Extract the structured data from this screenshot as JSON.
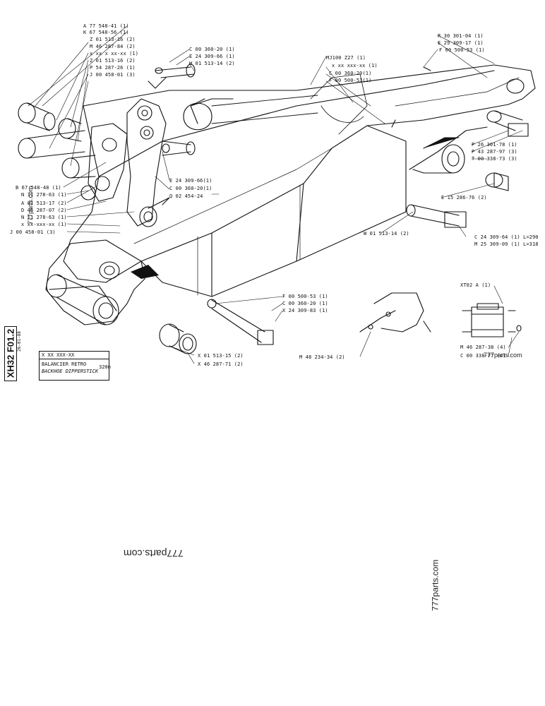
{
  "drawing": {
    "code": "XH32 F01.2",
    "date": "26-01-88",
    "ref": "X XX XXX-XX",
    "title_fr": "BALANCIER RETRO",
    "title_en": "BACKHOE DIPPERSTICK",
    "length": "320m"
  },
  "watermarks": {
    "center": "777parts.com",
    "right": "777parts.com",
    "small_left": "777parts.com",
    "small_right": "777parts.com"
  },
  "labels": {
    "a77548": "A 77 548-41 (1)",
    "k67548": "K 67 548-56 (1)",
    "z01513a": "Z 01 513-16 (2)",
    "m46287": "M 46 287-84 (2)",
    "xx1": "x xx x xx-xx (1)",
    "z01513b": "Z 01 513-16 (2)",
    "p54287": "P 54 287-26 (1)",
    "j00458a": "J 00 458-01 (3)",
    "c00360a": "C 00 360-20 (1)",
    "e24309a": "E 24 309-66 (1)",
    "w01513a": "W 01 513-14 (2)",
    "mj100": "MJ100 Z27 (1)",
    "xx2": "x xx xxx-xx (1)",
    "c00360b": "C 00 360-20(1)",
    "f00500a": "F 00 500-53(1)",
    "r30301": "R 30 301-04 (1)",
    "e29309": "E 29 309-17 (1)",
    "f00500b": "F 00 500-53 (1)",
    "p26301": "P 26 301-78 (1)",
    "p43287": "P 43 287-97 (3)",
    "t00338": "T 00 338-73 (3)",
    "b67548": "B 67 548-48 (1)",
    "n11278a": "N 11 278-63 (1)",
    "a01513": "A 01 513-17 (2)",
    "d46287": "D 46 287-07 (2)",
    "n11278b": "N 11 278-63 (1)",
    "xx3": "x xx-xxx-xx (1)",
    "j00458b": "J 00 458-01 (3)",
    "e24309b": "E 24 309-66(1)",
    "c00360c": "C 00 360-20(1)",
    "q02454": "Q 02 454-24",
    "e15286": "E 15 286-76 (2)",
    "w01513b": "W 01 513-14 (2)",
    "c24309": "C 24 309-64 (1) L=290",
    "m25309": "M 25 309-09 (1) L=318",
    "f00500c": "F 00 500-53 (1)",
    "c00360d": "C 00 360-20 (1)",
    "x24309": "X 24 309-83 (1)",
    "x01513": "X 01 513-15 (2)",
    "x46287": "X 46 287-71 (2)",
    "m48234": "M 48 234-34 (2)",
    "xt02": "XT02 A (1)",
    "m46287b": "M 46 287-38 (4)",
    "c00338": "C 00 338-77 (4)"
  },
  "colors": {
    "ink": "#111111",
    "paper": "#ffffff"
  }
}
